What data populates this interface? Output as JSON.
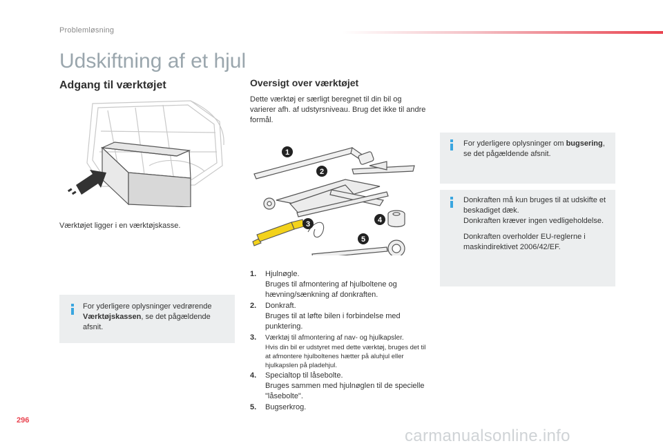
{
  "header": {
    "section": "Problemløsning",
    "page_title": "Udskiftning af et hjul"
  },
  "left": {
    "heading": "Adgang til værktøjet",
    "caption": "Værktøjet ligger i en værktøjskasse.",
    "note": {
      "pre": "For yderligere oplysninger vedrørende ",
      "bold": "Værktøjskassen",
      "post": ", se det pågældende afsnit."
    }
  },
  "middle": {
    "heading": "Oversigt over værktøjet",
    "intro": "Dette værktøj er særligt beregnet til din bil og varierer afh. af udstyrsniveau. Brug det ikke til andre formål.",
    "callouts": [
      "1",
      "2",
      "3",
      "4",
      "5"
    ],
    "items": [
      {
        "num": "1.",
        "title": "Hjulnøgle.",
        "desc": "Bruges til afmontering af hjulboltene og hævning/sænkning af donkraften."
      },
      {
        "num": "2.",
        "title": "Donkraft.",
        "desc": "Bruges til at løfte bilen i forbindelse med punktering."
      },
      {
        "num": "3.",
        "title": "Værktøj til afmontering af nav- og hjulkapsler.",
        "desc": "Hvis din bil er udstyret med dette værktøj, bruges det til at afmontere hjulboltenes hætter på aluhjul eller hjulkapslen på pladehjul."
      },
      {
        "num": "4.",
        "title": "Specialtop til låsebolte.",
        "desc": "Bruges sammen med hjulnøglen til de specielle \"låsebolte\"."
      },
      {
        "num": "5.",
        "title": "Bugserkrog.",
        "desc": ""
      }
    ]
  },
  "right": {
    "note1": {
      "pre": "For yderligere oplysninger om ",
      "bold": "bugsering",
      "post": ", se det pågældende afsnit."
    },
    "note2": {
      "p1": "Donkraften må kun bruges til at udskifte et beskadiget dæk.",
      "p2": "Donkraften kræver ingen vedligeholdelse.",
      "p3": "Donkraften overholder EU-reglerne i maskindirektivet 2006/42/EF."
    }
  },
  "footer": {
    "page_number": "296",
    "watermark": "carmanualsonline.info"
  },
  "colors": {
    "accent_red": "#e9434f",
    "info_blue": "#3aa6e0",
    "title_grey": "#9aa6ad",
    "note_bg": "#eceeef"
  }
}
